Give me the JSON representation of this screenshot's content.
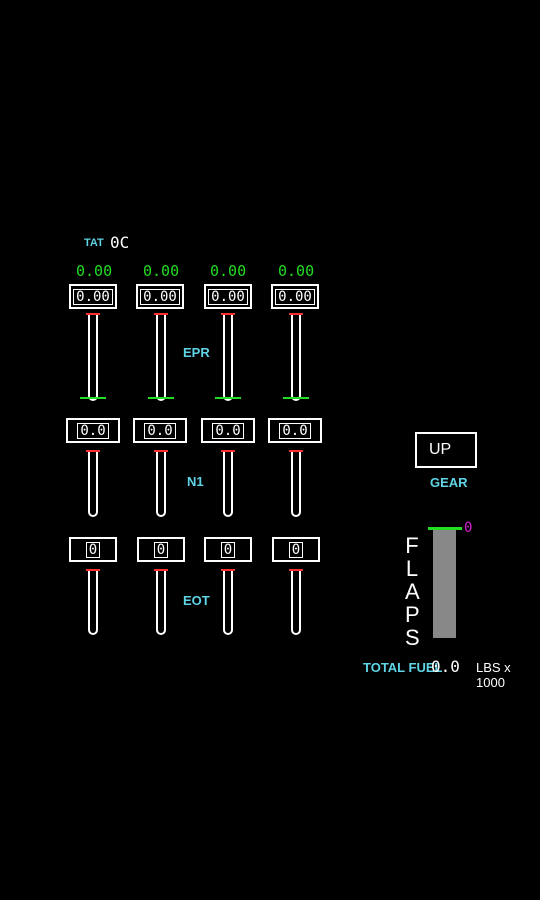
{
  "tat": {
    "label": "TAT",
    "value": "0C"
  },
  "epr": {
    "label": "EPR",
    "targets": [
      "0.00",
      "0.00",
      "0.00",
      "0.00"
    ],
    "values": [
      "0.00",
      "0.00",
      "0.00",
      "0.00"
    ]
  },
  "n1": {
    "label": "N1",
    "values": [
      "0.0",
      "0.0",
      "0.0",
      "0.0"
    ]
  },
  "eot": {
    "label": "EOT",
    "values": [
      "0",
      "0",
      "0",
      "0"
    ]
  },
  "gear": {
    "value": "UP",
    "label": "GEAR"
  },
  "flaps": {
    "label": "F L A P S",
    "value": "0"
  },
  "fuel": {
    "label": "TOTAL FUEL",
    "value": "0.0",
    "unit": "LBS x 1000"
  },
  "colors": {
    "label": "#5fd4e6",
    "target": "#22dd22",
    "redline": "#ff3030",
    "flaps_value": "#d020d0",
    "flaps_bar": "#888888"
  }
}
